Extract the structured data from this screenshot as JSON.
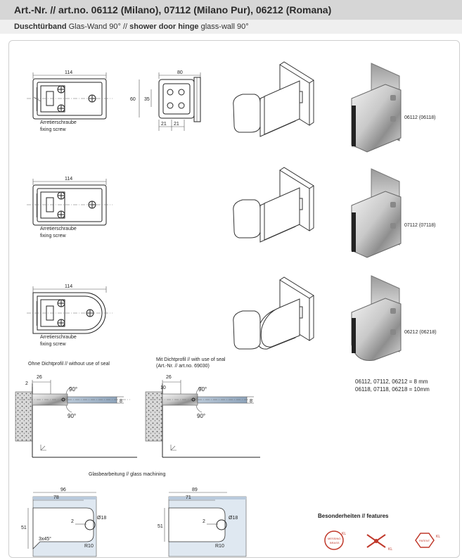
{
  "header": {
    "title": "Art.-Nr. // art.no. 06112 (Milano), 07112 (Milano Pur), 06212 (Romana)",
    "subtitle_bold": "Duschtürband",
    "subtitle_mid": " Glas-Wand 90° // ",
    "subtitle_bold2": "shower door hinge",
    "subtitle_end": " glass-wall 90°"
  },
  "rows": [
    {
      "dim_width": "114",
      "label_de": "Arretierschraube",
      "label_en": "fixing screw",
      "code": "06112 (06118)"
    },
    {
      "dim_width": "114",
      "label_de": "Arretierschraube",
      "label_en": "fixing screw",
      "code": "07112 (07118)"
    },
    {
      "dim_width": "114",
      "label_de": "Arretierschraube",
      "label_en": "fixing screw",
      "code": "06212 (06218)"
    }
  ],
  "side_view": {
    "w": "80",
    "h": "60",
    "inner": "35",
    "d1": "21",
    "d2": "21"
  },
  "sections": {
    "left_title": "Ohne Dichtprofil // without use of seal",
    "right_title1": "Mit Dichtprofil // with use of seal",
    "right_title2": "(Art.-Nr. // art.no. 69030)",
    "left_dims": {
      "a": "26",
      "b": "2",
      "angle1": "90°",
      "angle2": "90°",
      "t": "8"
    },
    "right_dims": {
      "a": "26",
      "b": "10",
      "angle1": "90°",
      "angle2": "90°",
      "t": "8"
    }
  },
  "thickness": {
    "line1": "06112, 07112, 06212 = 8 mm",
    "line2": "06118, 07118, 06218 = 10mm"
  },
  "machining": {
    "title": "Glasbearbeitung // glass machining",
    "left": {
      "a": "96",
      "b": "78",
      "h": "51",
      "c": "2",
      "dia": "Ø18",
      "r": "R10",
      "chamfer": "3x45°"
    },
    "right": {
      "a": "89",
      "b": "71",
      "h": "51",
      "c": "2",
      "dia": "Ø18",
      "r": "R10"
    }
  },
  "features": {
    "title": "Besonderheiten // features",
    "badge1_top": "KL",
    "badge1_text": "MESSING",
    "badge1_text2": "BRASS",
    "badge2": "KL",
    "badge3": "PATENT",
    "badge3_kl": "KL"
  }
}
